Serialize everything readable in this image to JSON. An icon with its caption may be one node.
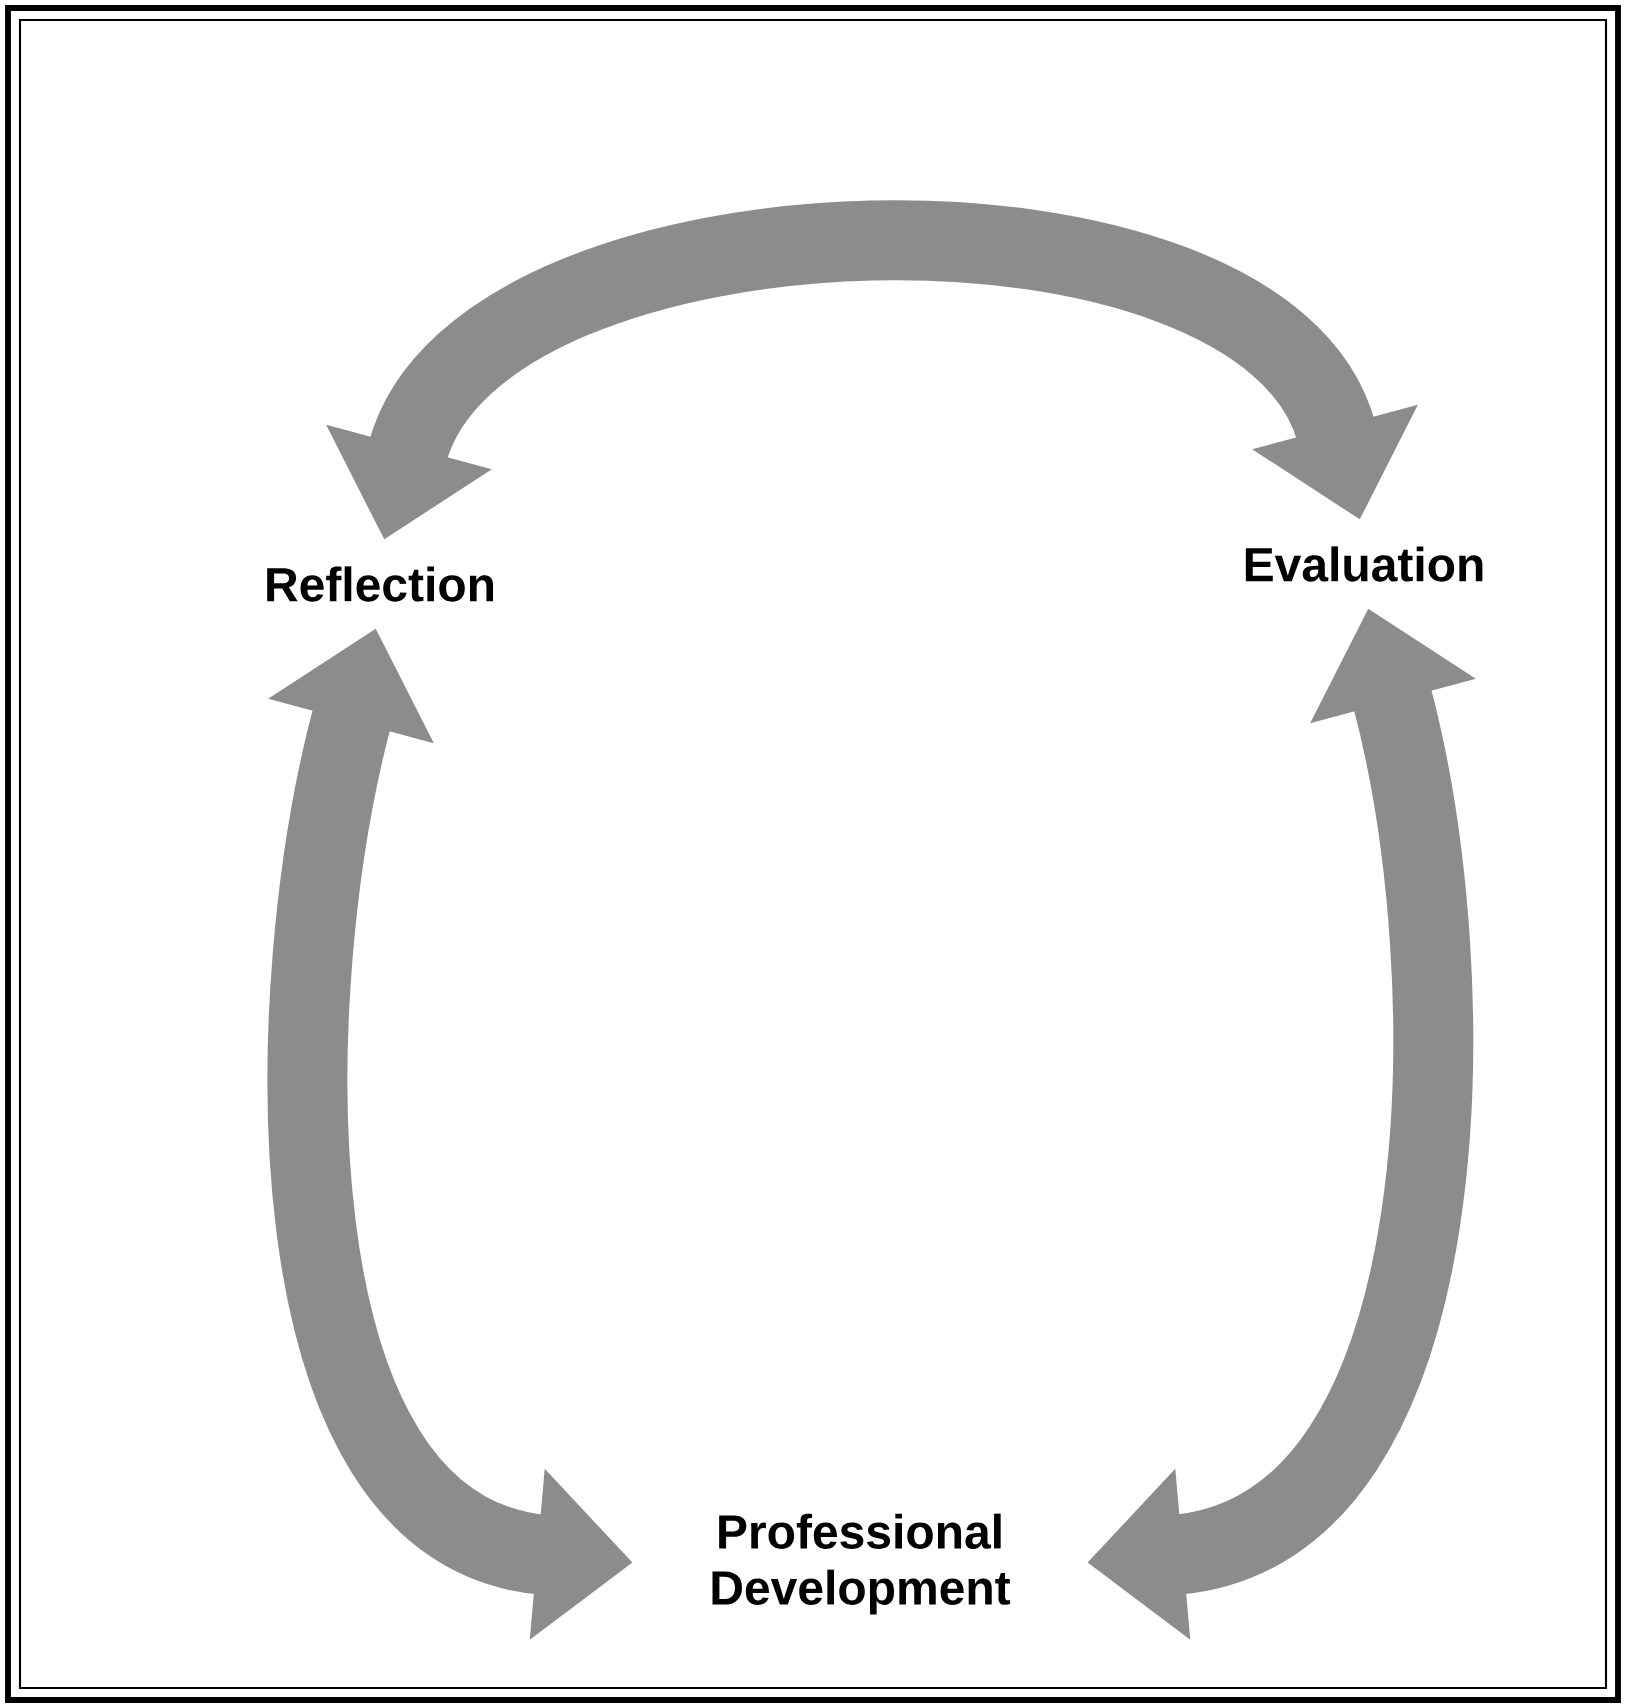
{
  "diagram": {
    "nodes": [
      {
        "text": [
          "Reflection"
        ]
      },
      {
        "text": [
          "Evaluation"
        ]
      },
      {
        "text": [
          "Professional Development"
        ]
      }
    ],
    "edges": [
      {
        "from": 0,
        "to": 1,
        "arrow": "both"
      },
      {
        "from": 0,
        "to": 2,
        "arrow": "both"
      },
      {
        "from": 1,
        "to": 2,
        "arrow": "both"
      }
    ]
  }
}
